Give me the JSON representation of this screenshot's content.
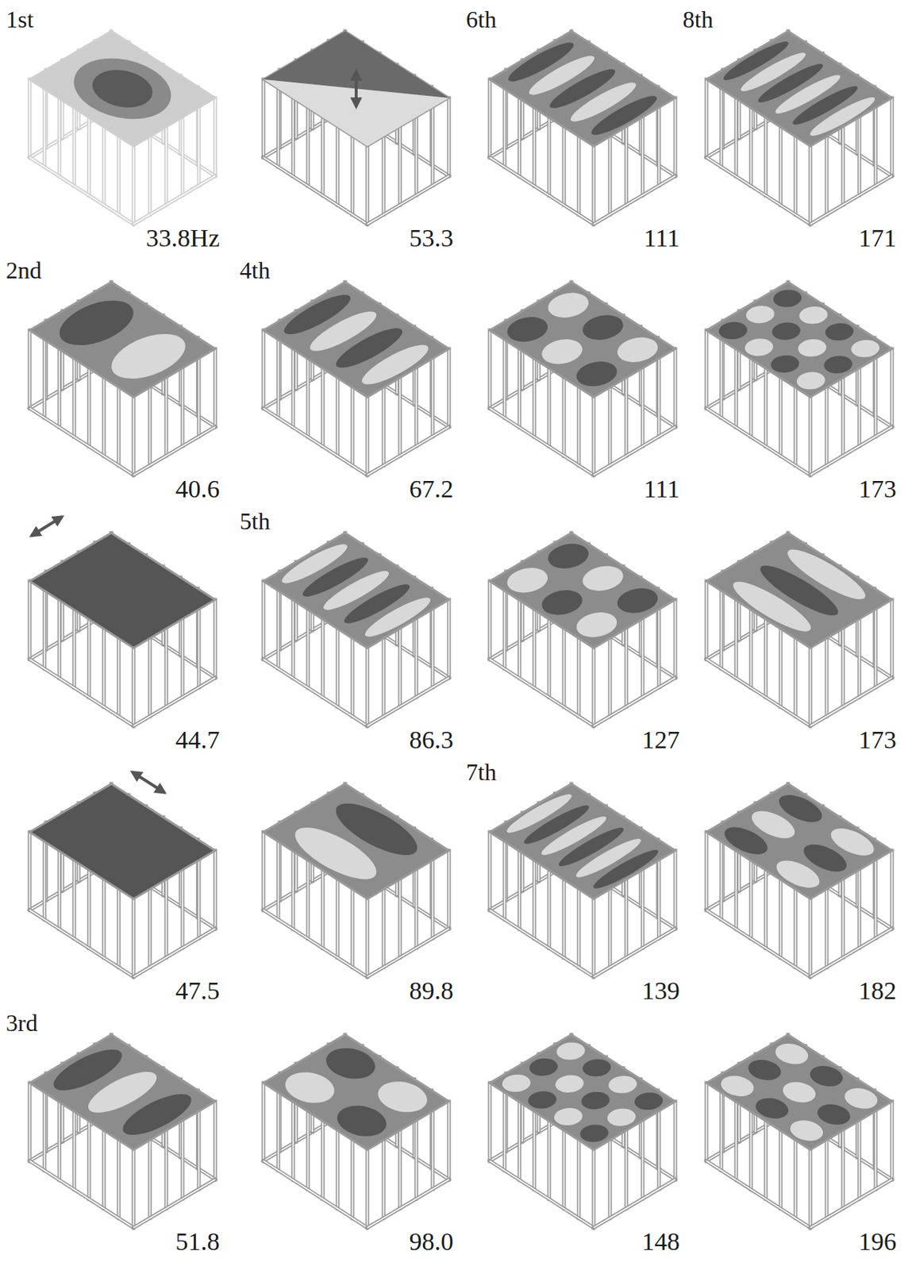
{
  "diagram": {
    "labels": [
      "1st",
      "33.8Hz",
      "53.3",
      "6th",
      "111",
      "8th",
      "171",
      "2nd",
      "40.6",
      "4th",
      "67.2",
      "111",
      "173",
      "44.7",
      "5th",
      "86.3",
      "127",
      "173",
      "47.5",
      "89.8",
      "7th",
      "139",
      "182",
      "3rd",
      "51.8",
      "98.0",
      "148",
      "196"
    ]
  }
}
